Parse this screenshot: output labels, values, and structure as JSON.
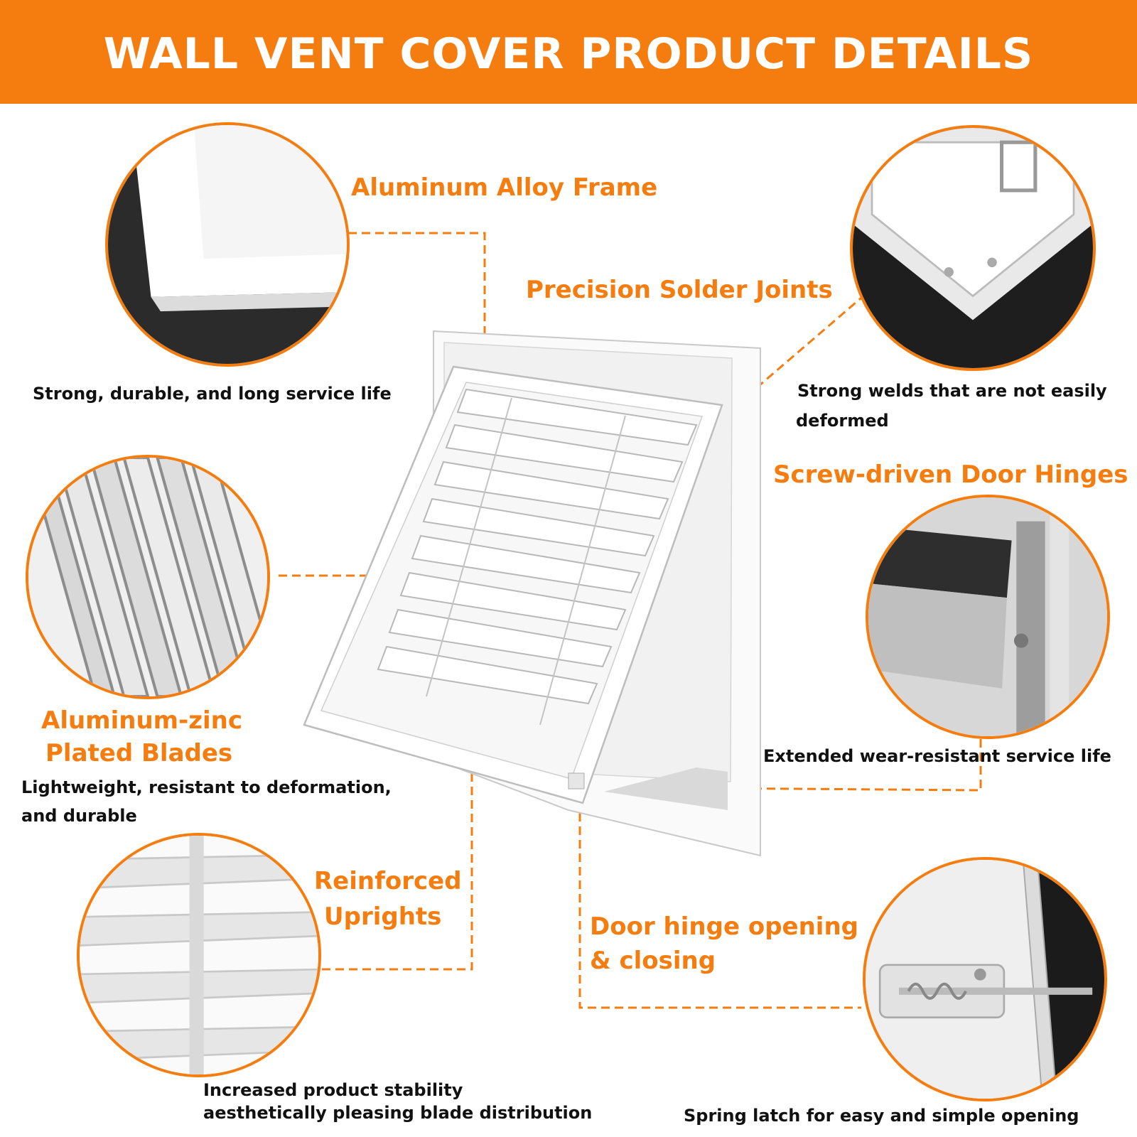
{
  "header": {
    "title": "WALL VENT COVER PRODUCT DETAILS"
  },
  "colors": {
    "accent": "#f57d0f",
    "text": "#111111",
    "background": "#ffffff"
  },
  "features": {
    "frame": {
      "title": "Aluminum Alloy Frame",
      "desc": "Strong, durable, and long service life"
    },
    "solder": {
      "title": "Precision Solder Joints",
      "desc_line1": "Strong welds that are not easily",
      "desc_line2": "deformed"
    },
    "hinges": {
      "title": "Screw-driven Door Hinges",
      "desc": "Extended wear-resistant service life"
    },
    "blades": {
      "title_line1": "Aluminum-zinc",
      "title_line2": "Plated Blades",
      "desc_line1": "Lightweight, resistant to deformation,",
      "desc_line2": "and durable"
    },
    "uprights": {
      "title_line1": "Reinforced",
      "title_line2": "Uprights",
      "desc_line1": "Increased product stability",
      "desc_line2": "aesthetically pleasing blade distribution"
    },
    "opening": {
      "title_line1": "Door hinge opening",
      "title_line2": "& closing",
      "desc": "Spring latch for easy and simple opening"
    }
  }
}
